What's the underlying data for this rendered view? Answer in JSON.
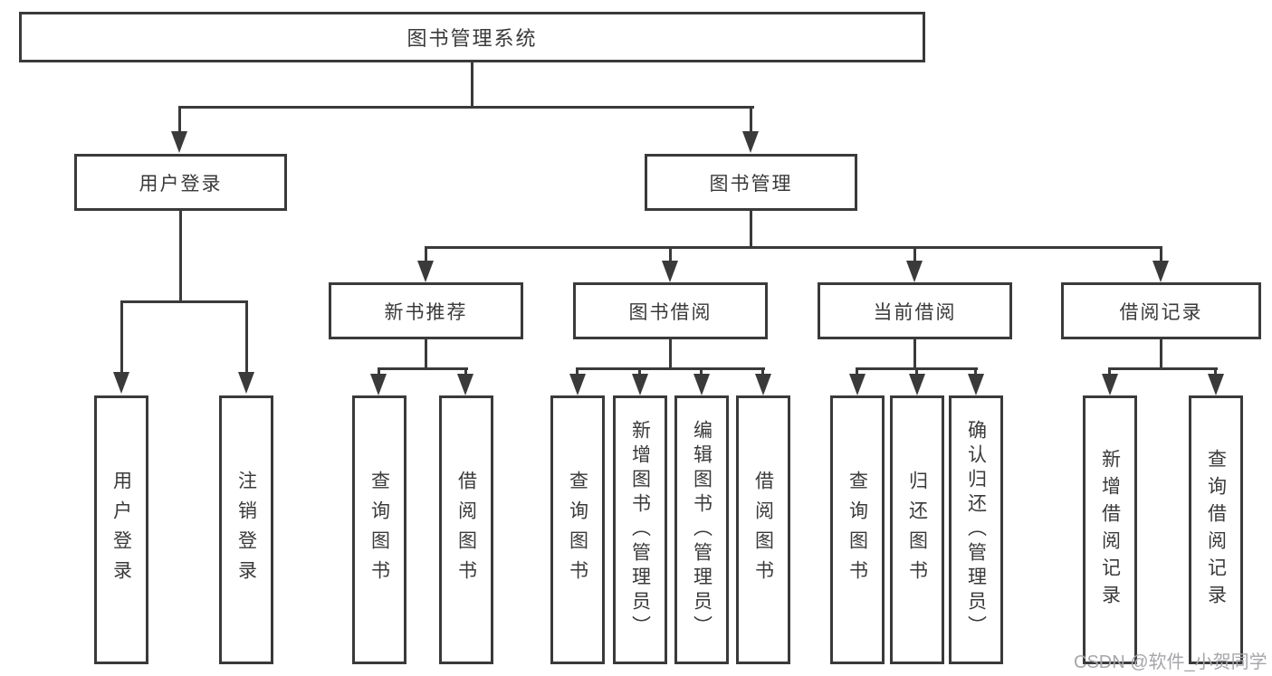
{
  "tree": {
    "root": {
      "label": "图书管理系统"
    },
    "user_branch": {
      "label": "用户登录",
      "leaves": [
        {
          "label": "用户登录"
        },
        {
          "label": "注销登录"
        }
      ]
    },
    "book_branch": {
      "label": "图书管理",
      "groups": [
        {
          "label": "新书推荐",
          "leaves": [
            {
              "label": "查询图书"
            },
            {
              "label": "借阅图书"
            }
          ]
        },
        {
          "label": "图书借阅",
          "leaves": [
            {
              "label": "查询图书"
            },
            {
              "label": "新增图书（管理员）"
            },
            {
              "label": "编辑图书（管理员）"
            },
            {
              "label": "借阅图书"
            }
          ]
        },
        {
          "label": "当前借阅",
          "leaves": [
            {
              "label": "查询图书"
            },
            {
              "label": "归还图书"
            },
            {
              "label": "确认归还（管理员）"
            }
          ]
        },
        {
          "label": "借阅记录",
          "leaves": [
            {
              "label": "新增借阅记录"
            },
            {
              "label": "查询借阅记录"
            }
          ]
        }
      ]
    }
  },
  "watermark": "CSDN @软件_小贺同学",
  "colors": {
    "line": "#3a3a3a",
    "text": "#3a3a3a",
    "watermark": "#a6a6ab",
    "background": "#ffffff"
  }
}
